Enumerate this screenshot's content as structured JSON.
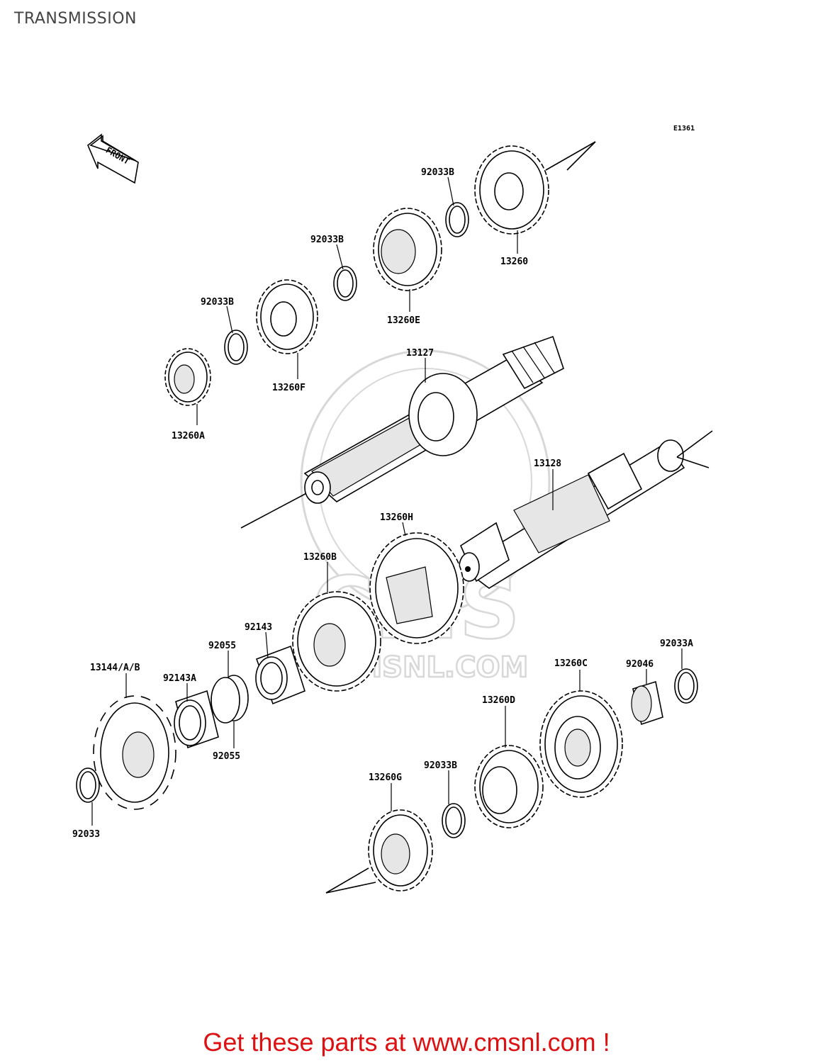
{
  "page": {
    "title": "TRANSMISSION",
    "diagram_code": "E1361",
    "front_label": "FRONT",
    "watermark": "CMSNL.COM",
    "watermark_letters": "CMS",
    "promo_text": "Get these parts at www.cmsnl.com !",
    "colors": {
      "promo": "#dd1111",
      "line": "#000000",
      "watermark": "#d4d4d4"
    }
  },
  "part_labels": [
    "92033B",
    "13260",
    "92033B",
    "13260E",
    "92033B",
    "13260F",
    "13260A",
    "13127",
    "13128",
    "13260H",
    "13260B",
    "92143",
    "92055",
    "13144/A/B",
    "92143A",
    "92055",
    "92033",
    "13260C",
    "92046",
    "92033A",
    "13260D",
    "92033B",
    "13260G"
  ]
}
